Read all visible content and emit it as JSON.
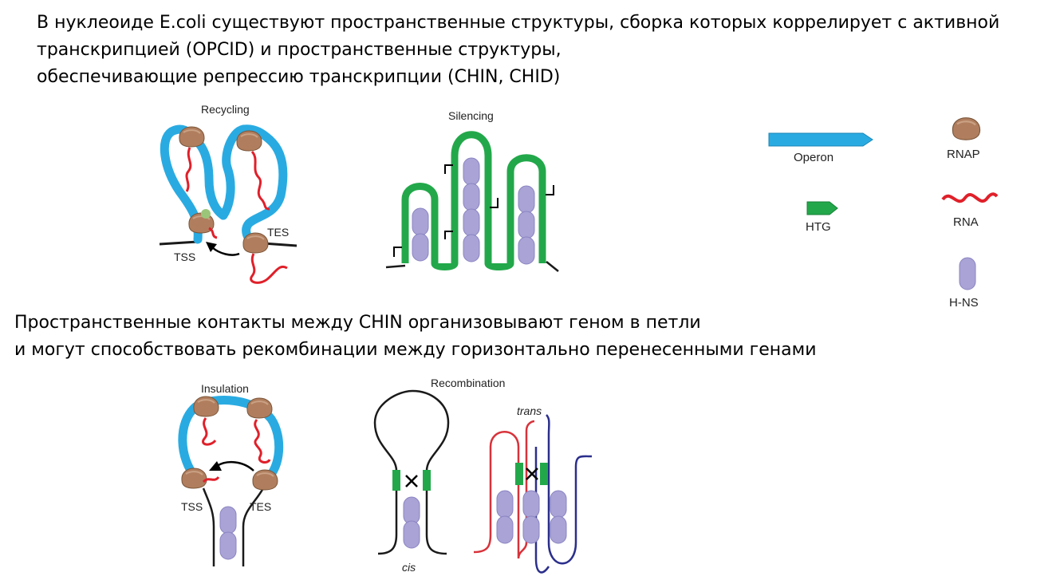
{
  "heading": {
    "line1": "В нуклеоиде E.coli существуют пространственные структуры, сборка которых коррелирует с активной",
    "line2": "транскрипцией (OPCID) и пространственные структуры,",
    "line3": "обеспечивающие репрессию транскрипции (CHIN, CHID)"
  },
  "subheading": {
    "line1": "Пространственные контакты между CHIN организовывают геном в петли",
    "line2": "и могут способствовать рекомбинации между горизонтально перенесенными генами"
  },
  "panels": {
    "recycling": {
      "title": "Recycling",
      "tss": "TSS",
      "tes": "TES"
    },
    "silencing": {
      "title": "Silencing"
    },
    "insulation": {
      "title": "Insulation",
      "tss": "TSS",
      "tes": "TES"
    },
    "recombination": {
      "title": "Recombination",
      "trans": "trans",
      "cis": "cis"
    }
  },
  "legend": {
    "operon": "Operon",
    "htg": "HTG",
    "rnap": "RNAP",
    "rna": "RNA",
    "hns": "H-NS"
  },
  "colors": {
    "operon": "#29abe2",
    "htg": "#22a84a",
    "rna": "#e0202a",
    "rnap": "#b07e5e",
    "hns": "#a9a3d6",
    "dna": "#1a1a1a",
    "trans_red": "#d8323a",
    "trans_blue": "#2b2f8c"
  }
}
